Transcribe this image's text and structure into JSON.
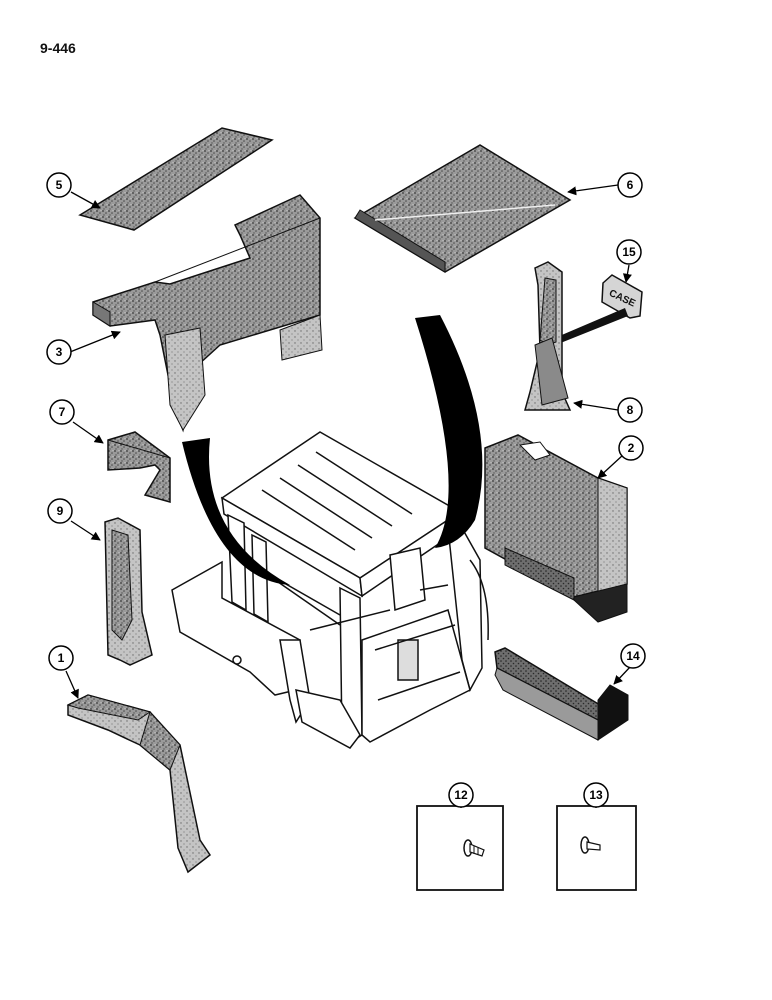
{
  "page": {
    "number": "9-446"
  },
  "callouts": [
    {
      "id": "c1",
      "label": "1"
    },
    {
      "id": "c2",
      "label": "2"
    },
    {
      "id": "c3",
      "label": "3"
    },
    {
      "id": "c5",
      "label": "5"
    },
    {
      "id": "c6",
      "label": "6"
    },
    {
      "id": "c7",
      "label": "7"
    },
    {
      "id": "c8",
      "label": "8"
    },
    {
      "id": "c9",
      "label": "9"
    },
    {
      "id": "c12",
      "label": "12"
    },
    {
      "id": "c13",
      "label": "13"
    },
    {
      "id": "c14",
      "label": "14"
    },
    {
      "id": "c15",
      "label": "15"
    }
  ],
  "decal_text": "CASE"
}
